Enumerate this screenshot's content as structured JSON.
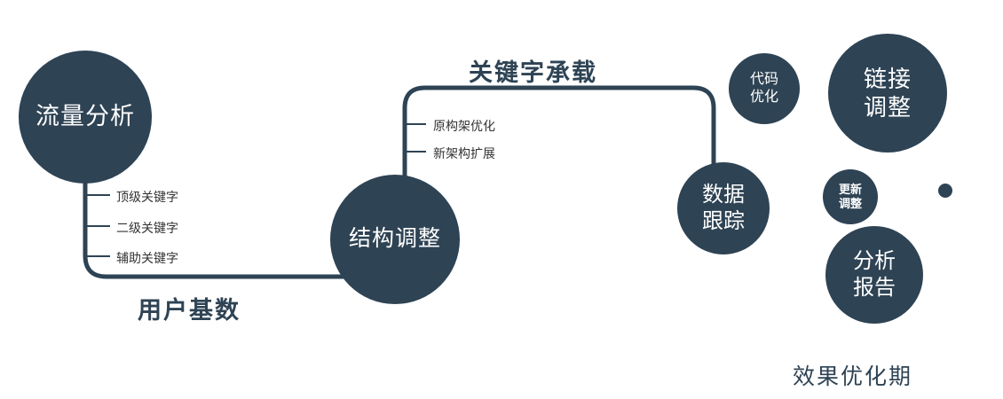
{
  "colors": {
    "primary": "#2e4354",
    "node_text": "#ffffff",
    "edge_label_text": "#2e4354",
    "tick_label_text": "#333333",
    "background": "#ffffff"
  },
  "nodes": {
    "traffic": {
      "label": "流量分析"
    },
    "structure": {
      "label": "结构调整"
    },
    "tracking": {
      "line1": "数据",
      "line2": "跟踪"
    },
    "code": {
      "line1": "代码",
      "line2": "优化"
    },
    "link": {
      "line1": "链接",
      "line2": "调整"
    },
    "update": {
      "line1": "更新",
      "line2": "调整"
    },
    "report": {
      "line1": "分析",
      "line2": "报告"
    }
  },
  "edge_labels": {
    "user_base": "用户基数",
    "keyword_carry": "关键字承载",
    "effect_period": "效果优化期"
  },
  "ticks_left": [
    "顶级关键字",
    "二级关键字",
    "辅助关键字"
  ],
  "ticks_middle": [
    "原构架优化",
    "新架构扩展"
  ]
}
